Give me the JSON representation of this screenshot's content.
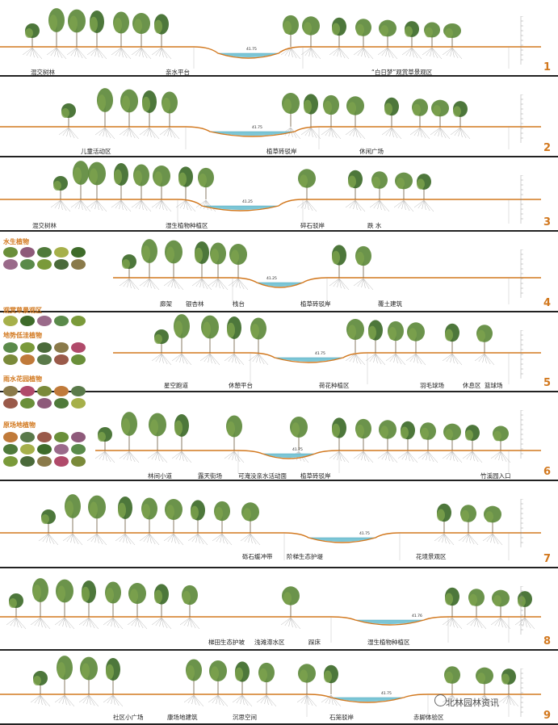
{
  "colors": {
    "ground": "#d2781e",
    "water": "#7cc6d6",
    "tree": "#5e8a3c",
    "tree_dark": "#3e6b2a",
    "roots": "#b7b7b7",
    "accent": "#d2781e"
  },
  "sections": [
    {
      "number": "1",
      "water_level": "41.75",
      "labels": [
        "混交树林",
        "亲水平台",
        "“白日梦”观赏草景观区"
      ]
    },
    {
      "number": "2",
      "water_level": "41.75",
      "labels": [
        "儿童活动区",
        "植草砖驳岸",
        "休闲广场"
      ]
    },
    {
      "number": "3",
      "water_level": "41.25",
      "labels": [
        "混交树林",
        "湿生植物种植区",
        "碎石驳岸",
        "跌 水"
      ]
    },
    {
      "number": "4",
      "water_level": "41.25",
      "labels": [
        "廊架",
        "银杏林",
        "栈台",
        "植草砖驳岸",
        "覆土建筑"
      ]
    },
    {
      "number": "5",
      "water_level": "41.75",
      "labels": [
        "星空跑道",
        "休憩平台",
        "荷花种植区",
        "羽毛球场",
        "休息区",
        "篮球场"
      ]
    },
    {
      "number": "6",
      "water_level": "41.75",
      "labels": [
        "林间小道",
        "露天街场",
        "可淹没亲水活动面",
        "植草砖驳岸",
        "竹溪园入口"
      ]
    },
    {
      "number": "7",
      "water_level": "41.75",
      "labels": [
        "砾石缓冲带",
        "阶梯生态护堤",
        "花境景观区"
      ]
    },
    {
      "number": "8",
      "water_level": "41.76",
      "labels": [
        "梯田生态护坡",
        "浅滩滞水区",
        "踩床",
        "湿生植物种植区"
      ]
    },
    {
      "number": "9",
      "water_level": "41.75",
      "labels": [
        "社区小广场",
        "康场地建筑",
        "沉思空间",
        "石笼驳岸",
        "赤脚体验区"
      ]
    }
  ],
  "legend": [
    {
      "title": "水生植物",
      "items": [
        "",
        "",
        "",
        "",
        "",
        "",
        "",
        "",
        "",
        ""
      ]
    },
    {
      "title": "观赏草景观区",
      "items": [
        "",
        "",
        "",
        "",
        ""
      ]
    },
    {
      "title": "地势低洼植物",
      "items": [
        "",
        "",
        "",
        "",
        "",
        "",
        "",
        "",
        "",
        ""
      ]
    },
    {
      "title": "雨水花园植物",
      "items": [
        "",
        "",
        "",
        "",
        "",
        "",
        "",
        "",
        "",
        ""
      ]
    },
    {
      "title": "原场地植物",
      "items": [
        "",
        "",
        "",
        "",
        "",
        "",
        "",
        "",
        "",
        "",
        "",
        "",
        "",
        "",
        ""
      ]
    }
  ],
  "watermark": "北林园林资讯"
}
